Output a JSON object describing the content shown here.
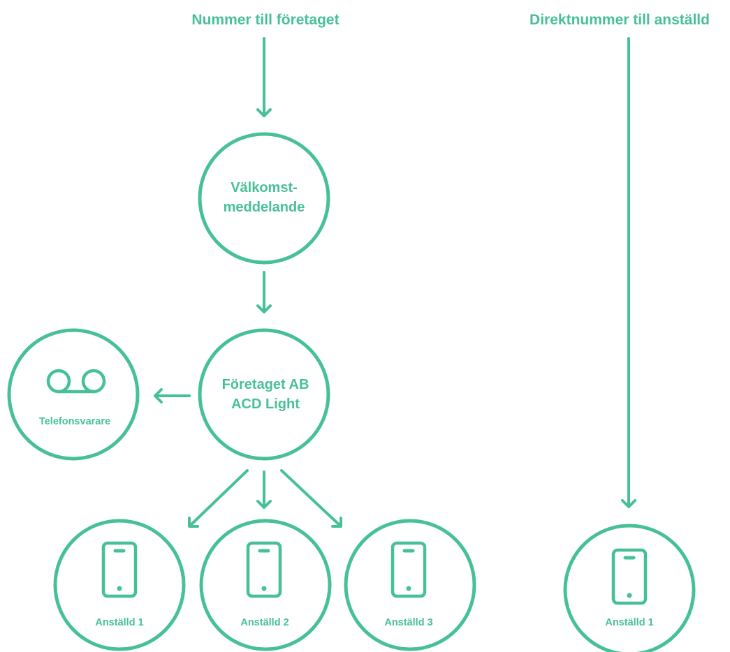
{
  "colors": {
    "accent": "#47c09a",
    "background": "#ffffff"
  },
  "headings": {
    "company_number": "Nummer till företaget",
    "direct_number": "Direktnummer till anställd"
  },
  "nodes": {
    "welcome": {
      "line1": "Välkomst-",
      "line2": "meddelande"
    },
    "acd": {
      "line1": "Företaget AB",
      "line2": "ACD Light"
    },
    "voicemail": {
      "label": "Telefonsvarare",
      "icon": "voicemail-icon"
    },
    "employee_1": {
      "label": "Anställd 1",
      "icon": "mobile-phone-icon"
    },
    "employee_2": {
      "label": "Anställd 2",
      "icon": "mobile-phone-icon"
    },
    "employee_3": {
      "label": "Anställd 3",
      "icon": "mobile-phone-icon"
    },
    "direct_employee": {
      "label": "Anställd 1",
      "icon": "mobile-phone-icon"
    }
  }
}
